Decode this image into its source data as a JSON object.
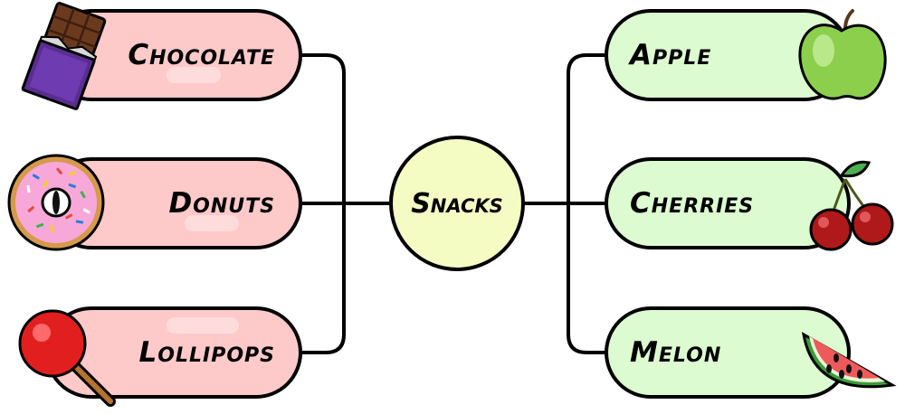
{
  "diagram": {
    "center": {
      "label": "Snacks",
      "color": "#f4fcc4"
    },
    "left_branch": {
      "color": "#fec9c9",
      "items": [
        {
          "label": "Chocolate",
          "icon": "chocolate-bar-icon"
        },
        {
          "label": "Donuts",
          "icon": "donut-icon"
        },
        {
          "label": "Lollipops",
          "icon": "lollipop-icon"
        }
      ]
    },
    "right_branch": {
      "color": "#dcfbd0",
      "items": [
        {
          "label": "Apple",
          "icon": "apple-icon"
        },
        {
          "label": "Cherries",
          "icon": "cherries-icon"
        },
        {
          "label": "Melon",
          "icon": "watermelon-slice-icon"
        }
      ]
    }
  }
}
